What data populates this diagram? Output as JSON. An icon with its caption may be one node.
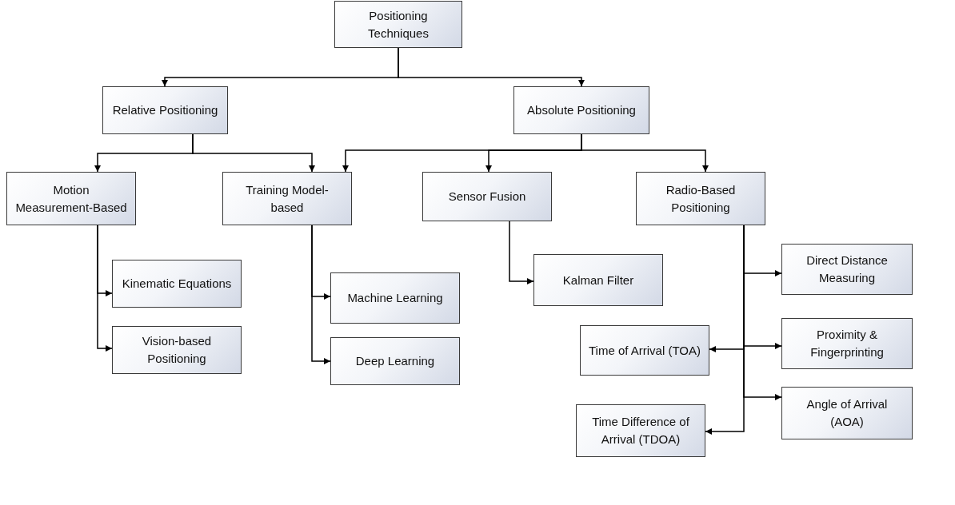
{
  "diagram": {
    "nodes": [
      {
        "text": [
          "Positioning Techniques"
        ]
      },
      {
        "text": [
          "Relative Positioning"
        ]
      },
      {
        "text": [
          "Absolute Positioning"
        ]
      },
      {
        "text": [
          "Motion Measurement-Based"
        ]
      },
      {
        "text": [
          "Training Model-based"
        ]
      },
      {
        "text": [
          "Sensor Fusion"
        ]
      },
      {
        "text": [
          "Radio-Based Positioning"
        ]
      },
      {
        "text": [
          "Kinematic Equations"
        ]
      },
      {
        "text": [
          "Machine Learning"
        ]
      },
      {
        "text": [
          "Kalman Filter"
        ]
      },
      {
        "text": [
          "Vision-based Positioning"
        ]
      },
      {
        "text": [
          "Deep Learning"
        ]
      },
      {
        "text": [
          "Direct Distance Measuring"
        ]
      },
      {
        "text": [
          "Proximity & Fingerprinting"
        ]
      },
      {
        "text": [
          "Time of Arrival (TOA)"
        ]
      },
      {
        "text": [
          "Angle of Arrival (AOA)"
        ]
      },
      {
        "text": [
          "Time Difference of Arrival (TDOA)"
        ]
      }
    ],
    "edges": [
      {
        "from": 0,
        "to": 1,
        "arrow": "to"
      },
      {
        "from": 0,
        "to": 2,
        "arrow": "to"
      },
      {
        "from": 1,
        "to": 3,
        "arrow": "to"
      },
      {
        "from": 1,
        "to": 4,
        "arrow": "to"
      },
      {
        "from": 2,
        "to": 4,
        "arrow": "to"
      },
      {
        "from": 2,
        "to": 5,
        "arrow": "to"
      },
      {
        "from": 2,
        "to": 6,
        "arrow": "to"
      },
      {
        "from": 3,
        "to": 7,
        "arrow": "to"
      },
      {
        "from": 3,
        "to": 10,
        "arrow": "to"
      },
      {
        "from": 4,
        "to": 8,
        "arrow": "to"
      },
      {
        "from": 4,
        "to": 11,
        "arrow": "to"
      },
      {
        "from": 5,
        "to": 9,
        "arrow": "to"
      },
      {
        "from": 6,
        "to": 12,
        "arrow": "to"
      },
      {
        "from": 6,
        "to": 13,
        "arrow": "to"
      },
      {
        "from": 6,
        "to": 14,
        "arrow": "to"
      },
      {
        "from": 6,
        "to": 15,
        "arrow": "to"
      },
      {
        "from": 6,
        "to": 16,
        "arrow": "to"
      }
    ]
  }
}
